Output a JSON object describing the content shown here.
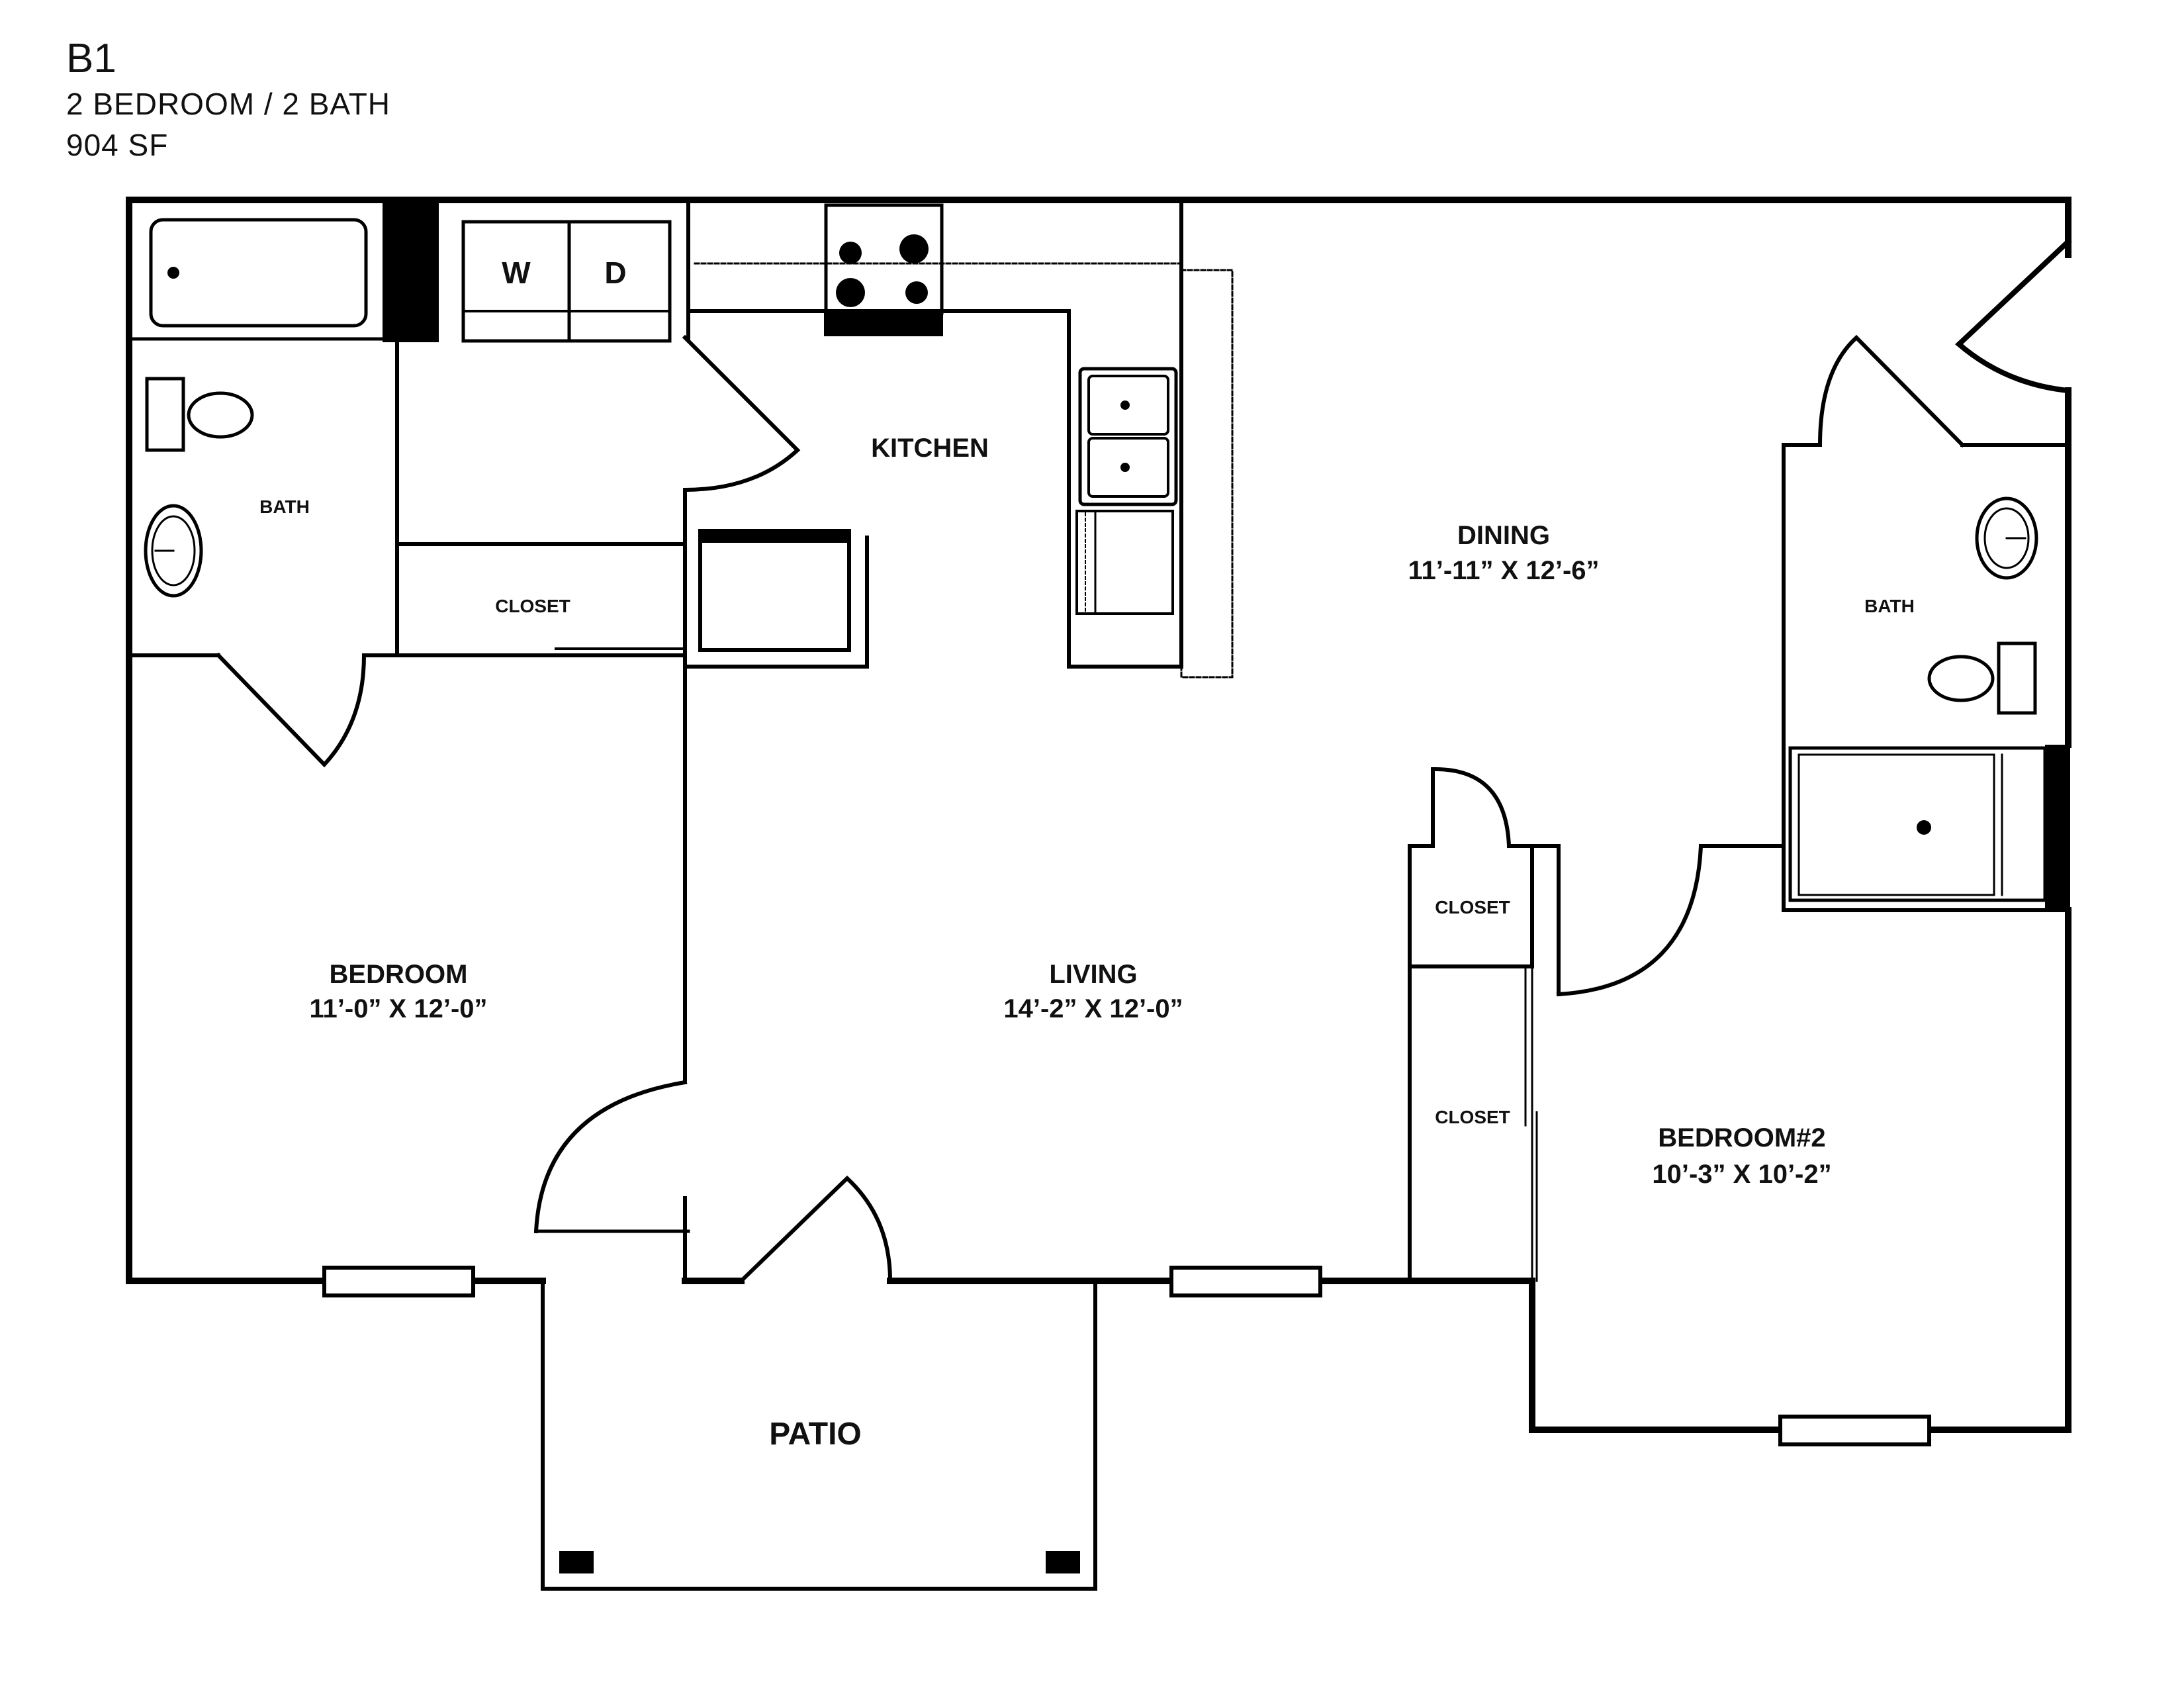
{
  "unit": {
    "code": "B1",
    "beds_baths": "2 BEDROOM / 2 BATH",
    "area": "904 SF"
  },
  "rooms": {
    "bath_1": {
      "name": "BATH"
    },
    "closet_1": {
      "name": "CLOSET"
    },
    "kitchen": {
      "name": "KITCHEN"
    },
    "dining": {
      "name": "DINING",
      "dims": "11’-11” X 12’-6”"
    },
    "bath_2": {
      "name": "BATH"
    },
    "bedroom_1": {
      "name": "BEDROOM",
      "dims": "11’-0” X 12’-0”"
    },
    "living": {
      "name": "LIVING",
      "dims": "14’-2” X 12’-0”"
    },
    "closet_2": {
      "name": "CLOSET"
    },
    "closet_3": {
      "name": "CLOSET"
    },
    "bedroom_2": {
      "name": "BEDROOM#2",
      "dims": "10’-3” X 10’-2”"
    },
    "patio": {
      "name": "PATIO"
    }
  },
  "appliances": {
    "washer": "W",
    "dryer": "D"
  }
}
